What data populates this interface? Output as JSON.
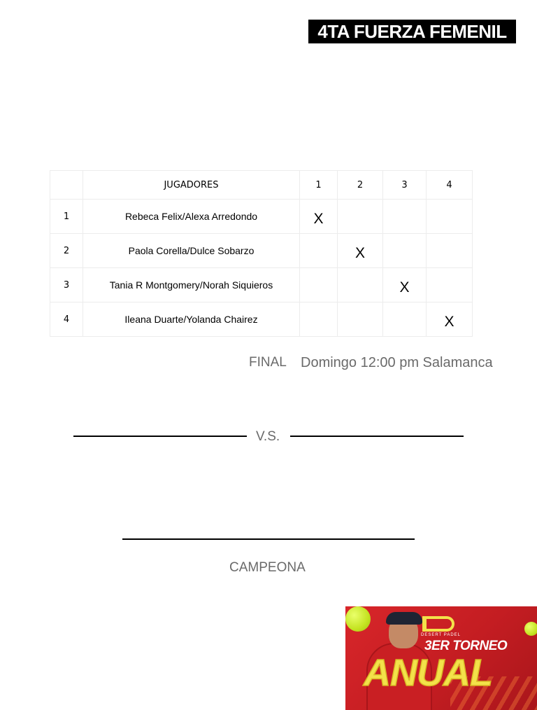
{
  "title": "4TA FUERZA FEMENIL",
  "table": {
    "headers": [
      "",
      "JUGADORES",
      "1",
      "2",
      "3",
      "4"
    ],
    "rows": [
      {
        "num": "1",
        "name": "Rebeca Felix/Alexa Arredondo",
        "marks": [
          "X",
          "",
          "",
          ""
        ]
      },
      {
        "num": "2",
        "name": "Paola Corella/Dulce Sobarzo",
        "marks": [
          "",
          "X",
          "",
          ""
        ]
      },
      {
        "num": "3",
        "name": "Tania R Montgomery/Norah Siquieros",
        "marks": [
          "",
          "",
          "X",
          ""
        ]
      },
      {
        "num": "4",
        "name": "Ileana Duarte/Yolanda Chairez",
        "marks": [
          "",
          "",
          "",
          "X"
        ]
      }
    ]
  },
  "final": {
    "label": "FINAL",
    "info": "Domingo 12:00 pm Salamanca"
  },
  "vs_label": "V.S.",
  "champion_label": "CAMPEONA",
  "banner": {
    "brand_sub": "DESERT PADEL",
    "tournament": "3ER TORNEO",
    "annual": "ANUAL",
    "colors": {
      "background": "#c41d22",
      "accent": "#f3e24a"
    }
  }
}
